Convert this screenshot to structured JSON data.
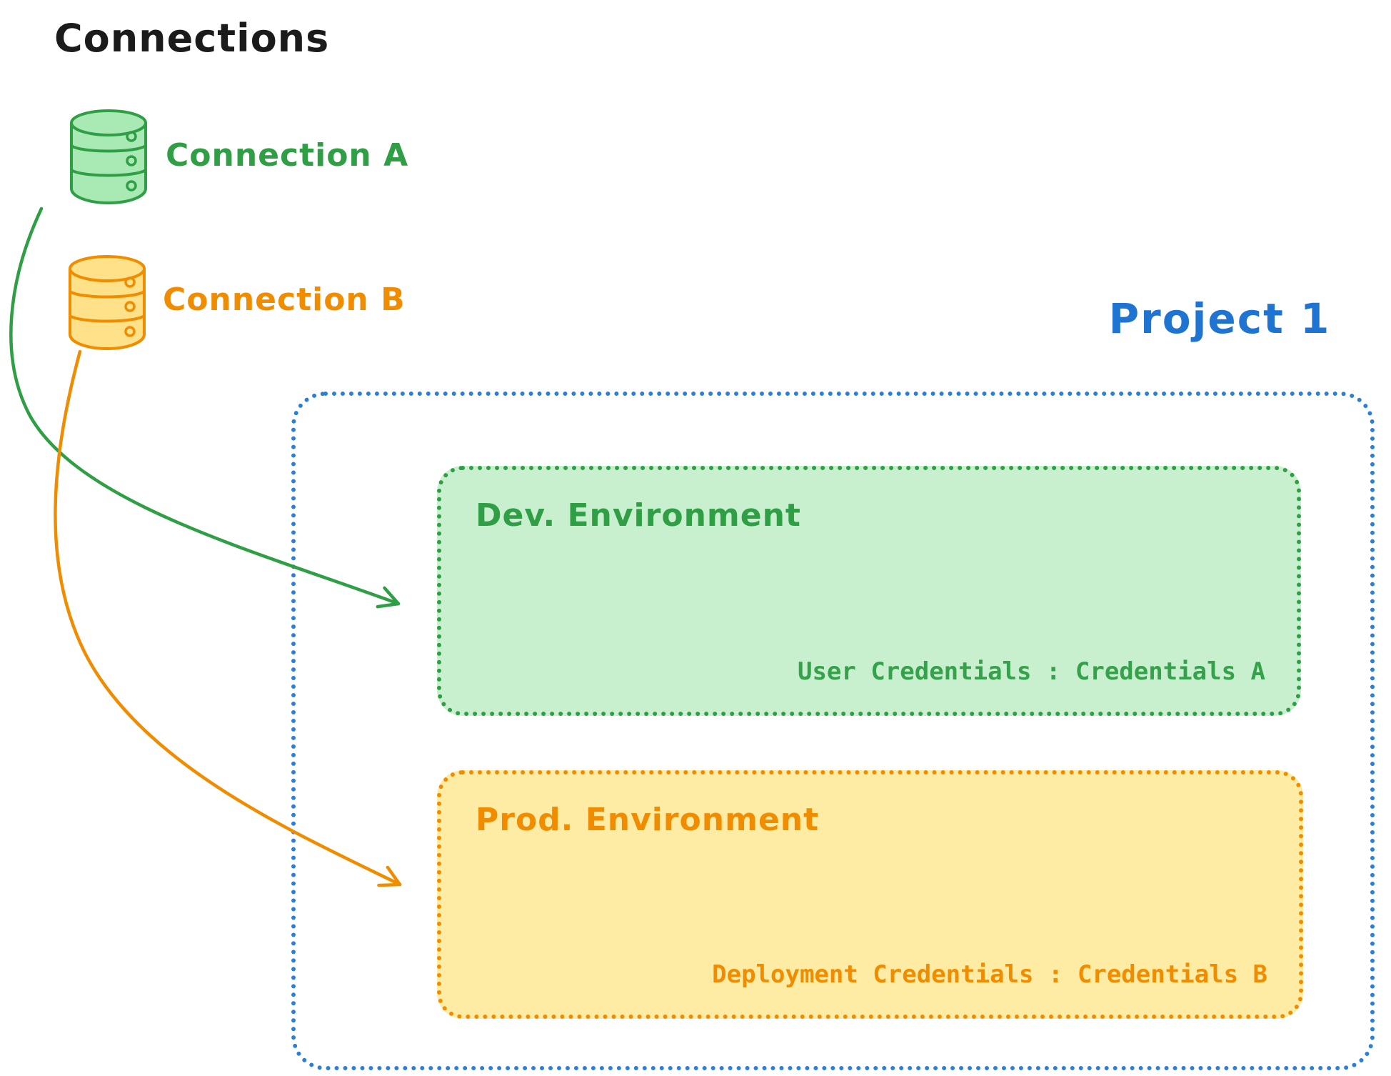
{
  "title": "Connections",
  "connections": [
    {
      "label": "Connection A",
      "color": "#2f9e44"
    },
    {
      "label": "Connection B",
      "color": "#f08c00"
    }
  ],
  "project": {
    "label": "Project 1",
    "color": "#1f74d1",
    "environments": [
      {
        "title": "Dev. Environment",
        "credentials": "User Credentials : Credentials A",
        "fill": "#c8efce",
        "accent": "#2f9e44"
      },
      {
        "title": "Prod. Environment",
        "credentials": "Deployment Credentials : Credentials B",
        "fill": "#ffeca4",
        "accent": "#f08c00"
      }
    ]
  }
}
